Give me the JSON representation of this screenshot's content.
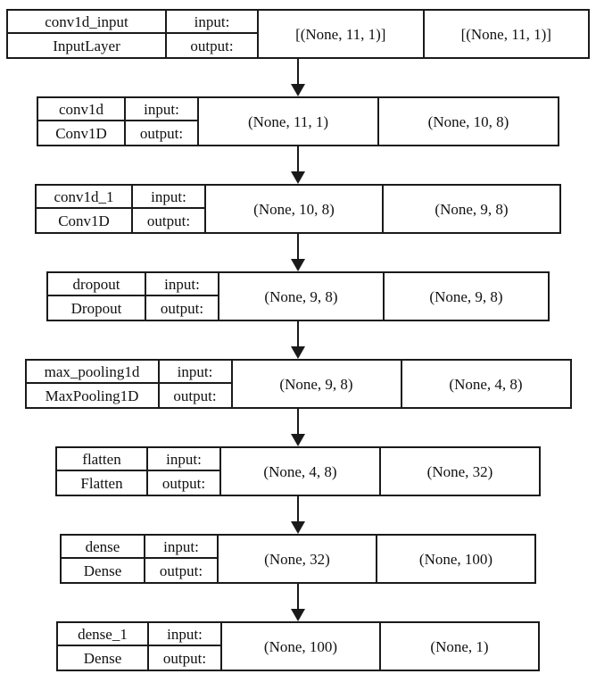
{
  "diagram_type": "keras-model-plot",
  "labels": {
    "input": "input:",
    "output": "output:"
  },
  "layers": [
    {
      "name": "conv1d_input",
      "type": "InputLayer",
      "input_shape": "[(None, 11, 1)]",
      "output_shape": "[(None, 11, 1)]"
    },
    {
      "name": "conv1d",
      "type": "Conv1D",
      "input_shape": "(None, 11, 1)",
      "output_shape": "(None, 10, 8)"
    },
    {
      "name": "conv1d_1",
      "type": "Conv1D",
      "input_shape": "(None, 10, 8)",
      "output_shape": "(None, 9, 8)"
    },
    {
      "name": "dropout",
      "type": "Dropout",
      "input_shape": "(None, 9, 8)",
      "output_shape": "(None, 9, 8)"
    },
    {
      "name": "max_pooling1d",
      "type": "MaxPooling1D",
      "input_shape": "(None, 9, 8)",
      "output_shape": "(None, 4, 8)"
    },
    {
      "name": "flatten",
      "type": "Flatten",
      "input_shape": "(None, 4, 8)",
      "output_shape": "(None, 32)"
    },
    {
      "name": "dense",
      "type": "Dense",
      "input_shape": "(None, 32)",
      "output_shape": "(None, 100)"
    },
    {
      "name": "dense_1",
      "type": "Dense",
      "input_shape": "(None, 100)",
      "output_shape": "(None, 1)"
    }
  ],
  "colors": {
    "border": "#1a1a1a",
    "background": "#ffffff",
    "text": "#111111"
  }
}
